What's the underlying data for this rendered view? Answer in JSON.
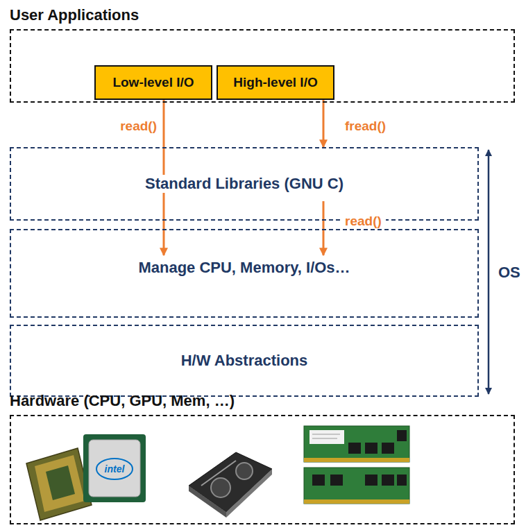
{
  "diagram": {
    "nodes": [
      {
        "text": [
          "User Applications"
        ]
      },
      {
        "text": [
          "Low-level I/O"
        ],
        "in": 0
      },
      {
        "text": [
          "High-level I/O"
        ],
        "in": 0
      },
      {
        "text": [
          "Standard Libraries (GNU C)"
        ]
      },
      {
        "text": [
          "Manage CPU, Memory, I/Os…"
        ]
      },
      {
        "text": [
          "H/W Abstractions"
        ]
      },
      {
        "text": [
          "Hardware (CPU, GPU, Mem, …)"
        ]
      }
    ],
    "edges": [
      {
        "from": 1,
        "to": 4,
        "label": "read()",
        "arrow": "to"
      },
      {
        "from": 2,
        "to": 3,
        "label": "fread()",
        "arrow": "to"
      },
      {
        "from": 3,
        "to": 4,
        "label": "read()",
        "arrow": "to"
      }
    ],
    "labels": [
      "OS",
      "intel"
    ]
  }
}
